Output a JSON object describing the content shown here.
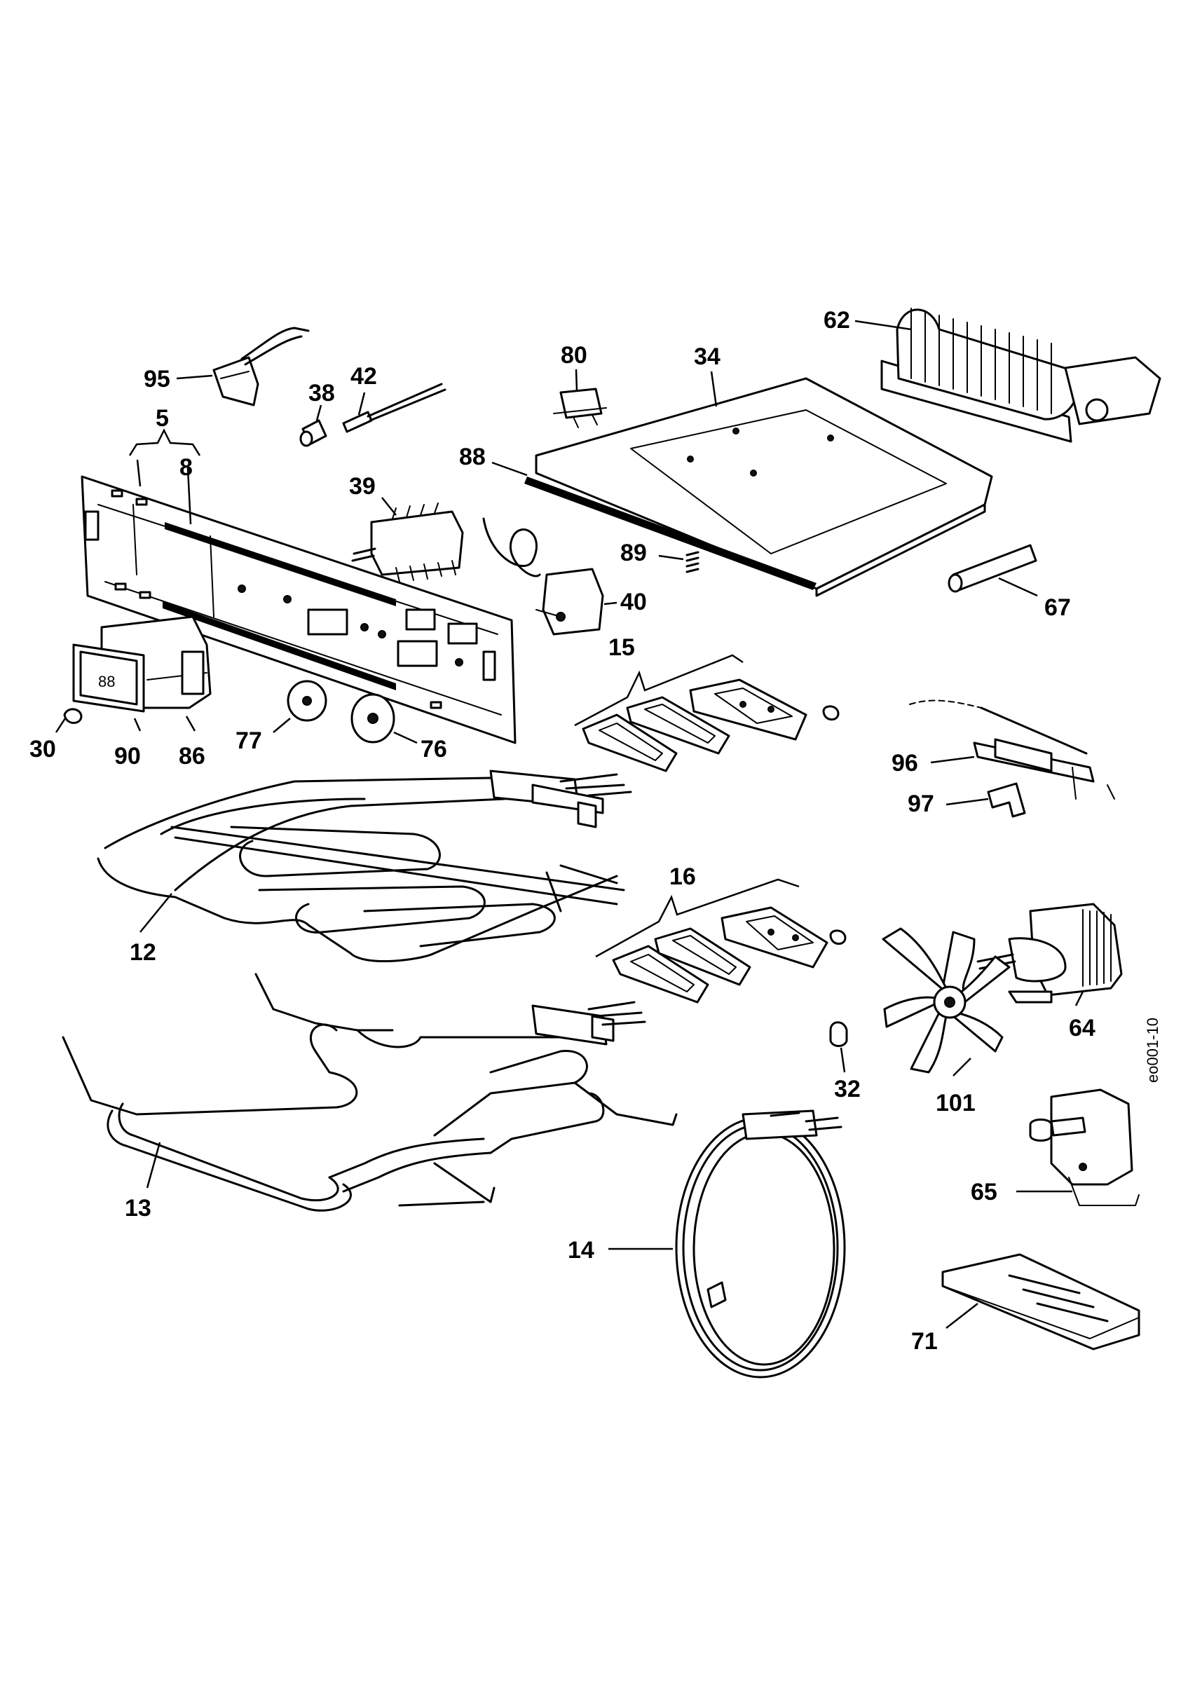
{
  "diagram": {
    "code": "eo001-10",
    "labels": {
      "p5": "5",
      "p8": "8",
      "p12": "12",
      "p13": "13",
      "p14": "14",
      "p15": "15",
      "p16": "16",
      "p30": "30",
      "p32": "32",
      "p34": "34",
      "p38": "38",
      "p39": "39",
      "p40": "40",
      "p42": "42",
      "p62": "62",
      "p64": "64",
      "p65": "65",
      "p67": "67",
      "p71": "71",
      "p76": "76",
      "p77": "77",
      "p80": "80",
      "p86": "86",
      "p88": "88",
      "p89": "89",
      "p90": "90",
      "p95": "95",
      "p96": "96",
      "p97": "97",
      "p101": "101"
    }
  }
}
